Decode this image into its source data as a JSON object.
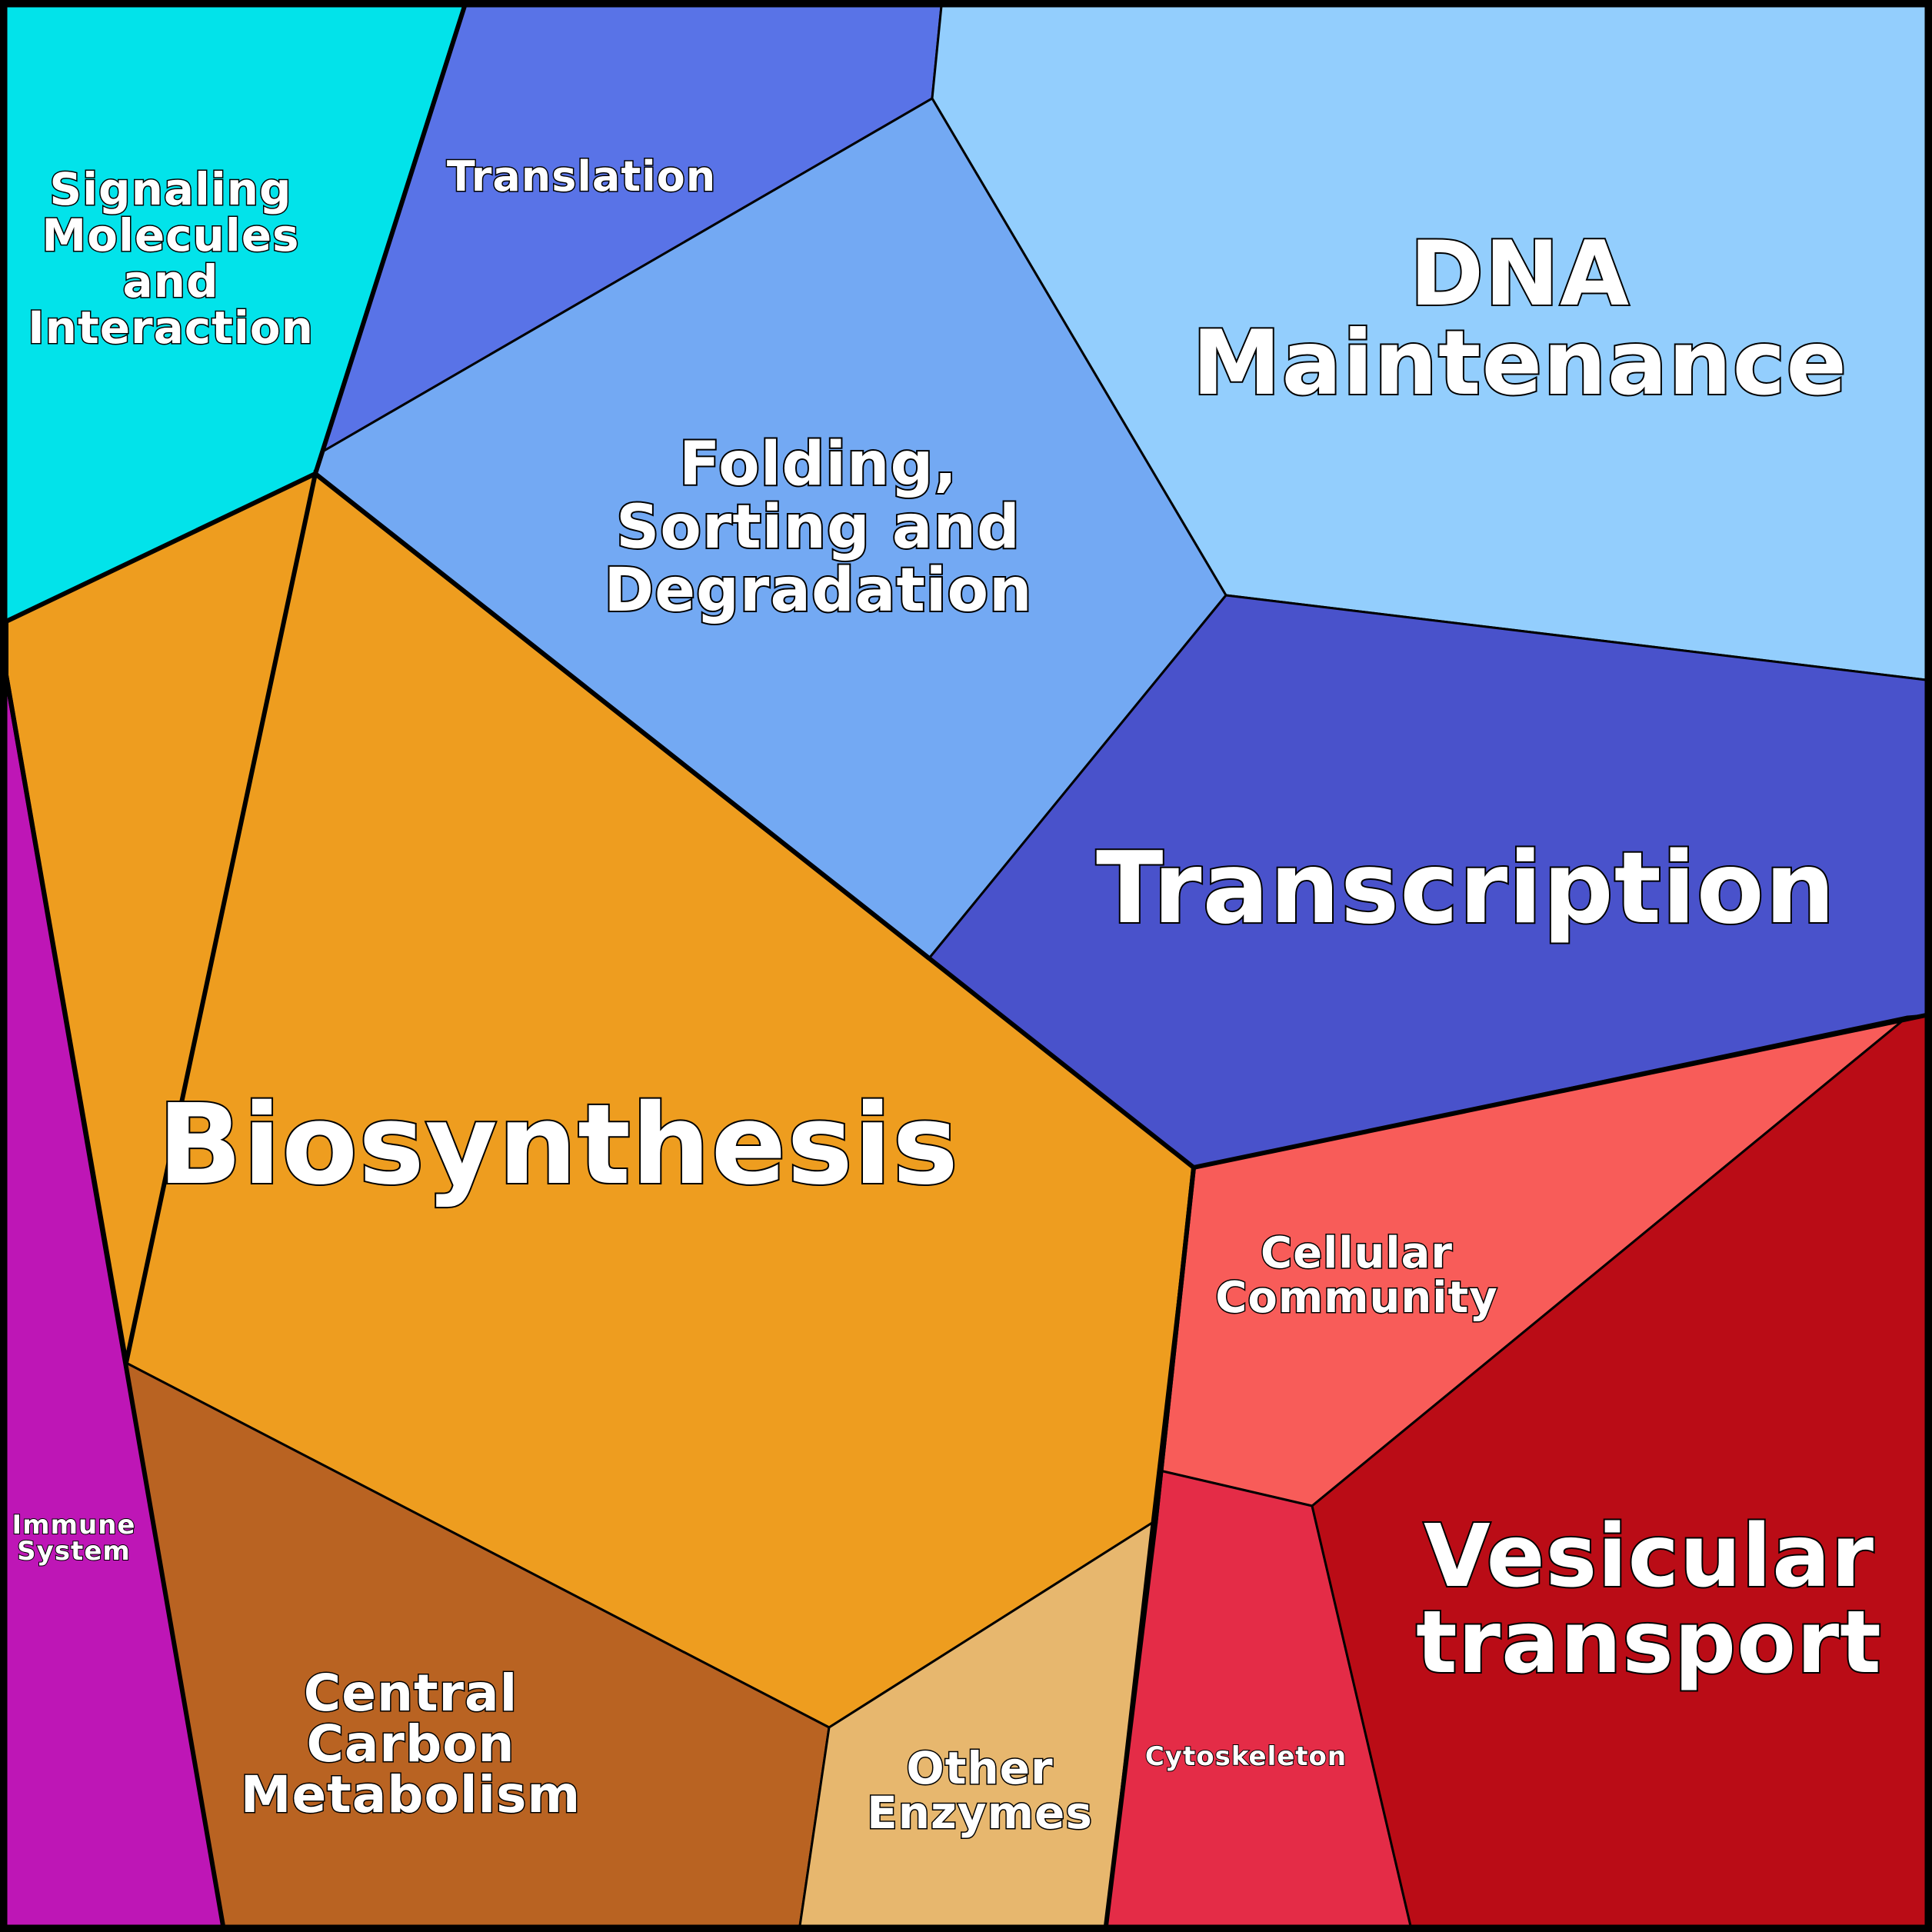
{
  "cells": [
    {
      "id": "signaling",
      "label_lines": [
        "Signaling",
        "Molecules",
        "and",
        "Interaction"
      ],
      "color": "#02E3EA"
    },
    {
      "id": "translation",
      "label_lines": [
        "Translation"
      ],
      "color": "#5973E7"
    },
    {
      "id": "dna-maintenance",
      "label_lines": [
        "DNA",
        "Maintenance"
      ],
      "color": "#93CEFD"
    },
    {
      "id": "folding",
      "label_lines": [
        "Folding,",
        "Sorting and",
        "Degradation"
      ],
      "color": "#73A9F3"
    },
    {
      "id": "transcription",
      "label_lines": [
        "Transcription"
      ],
      "color": "#4952CB"
    },
    {
      "id": "biosynthesis",
      "label_lines": [
        "Biosynthesis"
      ],
      "color": "#EE9D1F"
    },
    {
      "id": "immune-system",
      "label_lines": [
        "Immune",
        "System"
      ],
      "color": "#BE16B6"
    },
    {
      "id": "central-carbon",
      "label_lines": [
        "Central",
        "Carbon",
        "Metabolism"
      ],
      "color": "#B96322"
    },
    {
      "id": "other-enzymes",
      "label_lines": [
        "Other",
        "Enzymes"
      ],
      "color": "#E7B76E"
    },
    {
      "id": "cellular-community",
      "label_lines": [
        "Cellular",
        "Community"
      ],
      "color": "#F85C59"
    },
    {
      "id": "cytoskeleton",
      "label_lines": [
        "Cytoskeleton"
      ],
      "color": "#E42C47"
    },
    {
      "id": "vesicular-transport",
      "label_lines": [
        "Vesicular",
        "transport"
      ],
      "color": "#BA0C16"
    }
  ]
}
